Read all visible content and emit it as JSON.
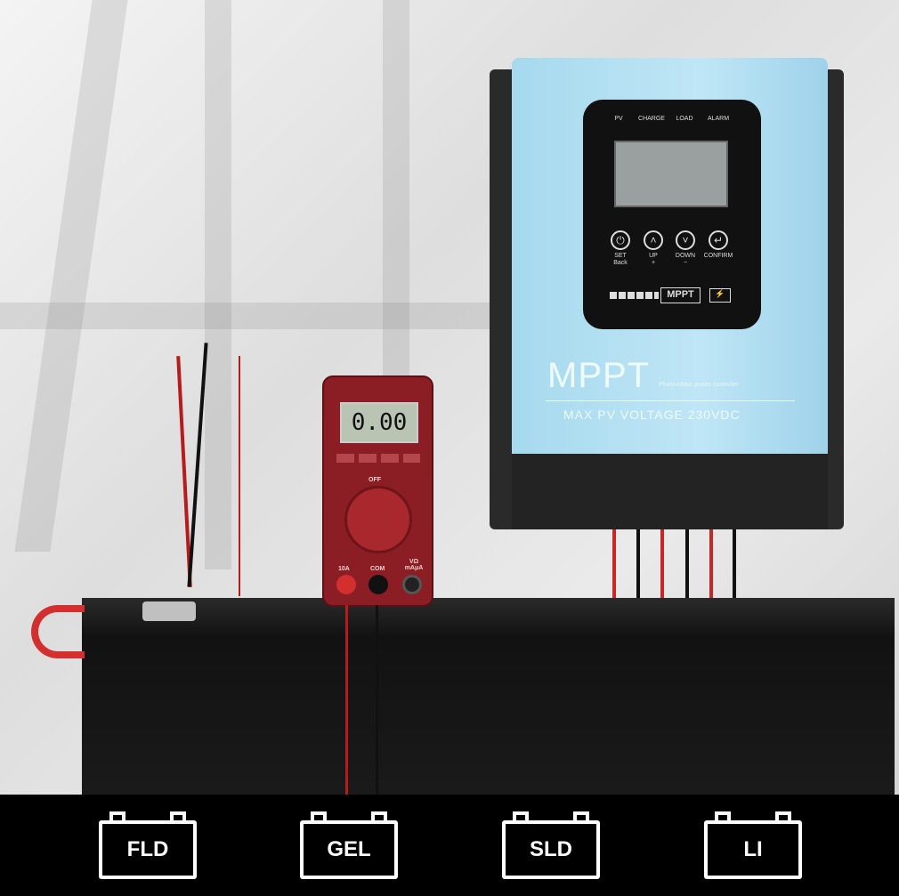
{
  "controller": {
    "indicators": [
      "PV",
      "CHARGE",
      "LOAD",
      "ALARM"
    ],
    "buttons": [
      {
        "top": "SET",
        "bottom": "Back",
        "icon": "power-icon"
      },
      {
        "top": "UP",
        "bottom": "+",
        "icon": "chevron-up-icon"
      },
      {
        "top": "DOWN",
        "bottom": "−",
        "icon": "chevron-down-icon"
      },
      {
        "top": "CONFIRM",
        "bottom": "",
        "icon": "enter-icon"
      }
    ],
    "diagram_label": "MPPT",
    "brand": "MPPT",
    "subtitle": "Photovoltaic power controller",
    "max_voltage": "MAX PV VOLTAGE 230VDC",
    "color": "#b0e0f4"
  },
  "multimeter": {
    "reading": "0.00",
    "dial_label": "OFF",
    "jacks": [
      "10A",
      "COM",
      "VΩ mAμA"
    ],
    "color": "#8b1e24"
  },
  "battery_types": [
    "FLD",
    "GEL",
    "SLD",
    "LI"
  ]
}
